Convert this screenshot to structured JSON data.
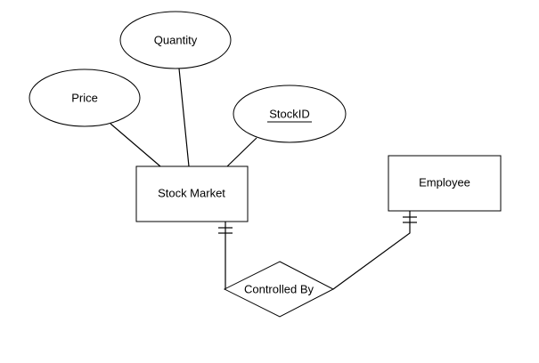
{
  "attributes": {
    "quantity": "Quantity",
    "price": "Price",
    "stock_id": "StockID"
  },
  "entities": {
    "stock_market": "Stock Market",
    "employee": "Employee"
  },
  "relationships": {
    "controlled_by": "Controlled By"
  },
  "key_attribute": "stock_id",
  "cardinality": {
    "stock_market_side": "one-and-only-one",
    "employee_side": "one-and-only-one"
  }
}
